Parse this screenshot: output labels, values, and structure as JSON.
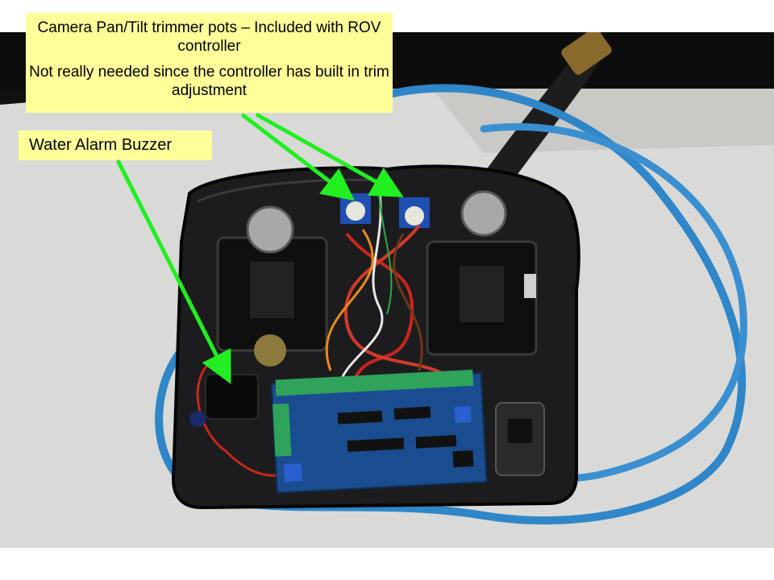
{
  "callouts": {
    "pan_tilt": {
      "line1": "Camera Pan/Tilt trimmer pots – Included with ROV controller",
      "line2": "Not really needed since the controller has built in trim adjustment"
    },
    "water_alarm": "Water Alarm Buzzer"
  },
  "colors": {
    "callout_background": "#ffff99",
    "arrow": "#22ee22",
    "cable": "#2f86c8",
    "enclosure": "#1c1c1e",
    "pcb": "#1a4d8f",
    "terminal_block": "#2fa35a"
  }
}
